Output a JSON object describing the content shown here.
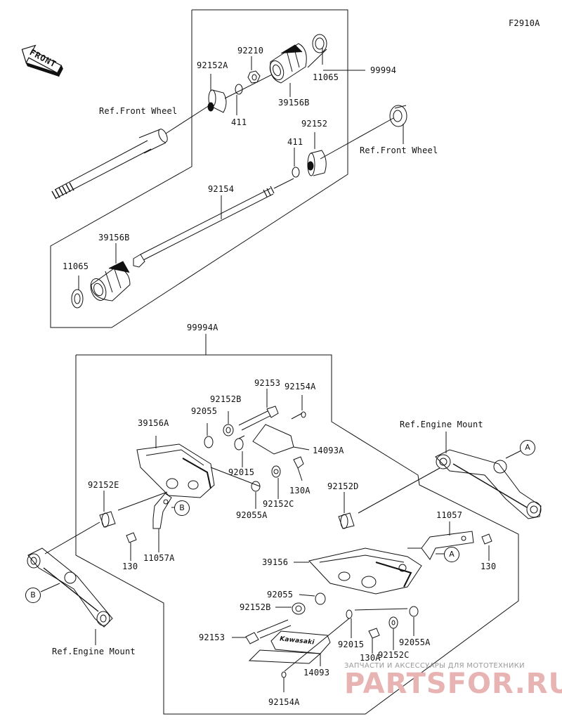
{
  "figure_code": "F2910A",
  "front_label": "FRONT",
  "callouts": {
    "a_top": "A",
    "a_bottom": "A",
    "b_left": "B",
    "b_bottom": "B"
  },
  "labels": {
    "p99994": "99994",
    "p92152A": "92152A",
    "p92210": "92210",
    "p11065_top": "11065",
    "p39156B_top": "39156B",
    "p411_top": "411",
    "ref_front_wheel_left": "Ref.Front Wheel",
    "p411_mid": "411",
    "p92152": "92152",
    "ref_front_wheel_right": "Ref.Front Wheel",
    "p92154": "92154",
    "p39156B_bottom": "39156B",
    "p11065_bottom": "11065",
    "p99994A": "99994A",
    "p92153_top": "92153",
    "p92154A_top": "92154A",
    "p92152B_top": "92152B",
    "p92055_top": "92055",
    "p39156A": "39156A",
    "p14093A": "14093A",
    "p92015_top": "92015",
    "p130A_top": "130A",
    "p92152C_top": "92152C",
    "p92055A_top": "92055A",
    "p92152E": "92152E",
    "p130_left": "130",
    "p11057A": "11057A",
    "ref_engine_mount_right": "Ref.Engine Mount",
    "p92152D": "92152D",
    "p11057": "11057",
    "p130_right": "130",
    "p39156": "39156",
    "p92055_bottom": "92055",
    "p92152B_bottom": "92152B",
    "p92153_bottom": "92153",
    "p92015_bottom": "92015",
    "p130A_bottom": "130A",
    "p92152C_bottom": "92152C",
    "p92055A_bottom": "92055A",
    "p14093": "14093",
    "p92154A_bottom": "92154A",
    "ref_engine_mount_left": "Ref.Engine Mount"
  },
  "badge_text": "Kawasaki",
  "watermark": {
    "line1": "ЗАПЧАСТИ И АКСЕССУАРЫ ДЛЯ МОТОТЕХНИКИ",
    "line2": "PARTSFOR.RU"
  }
}
